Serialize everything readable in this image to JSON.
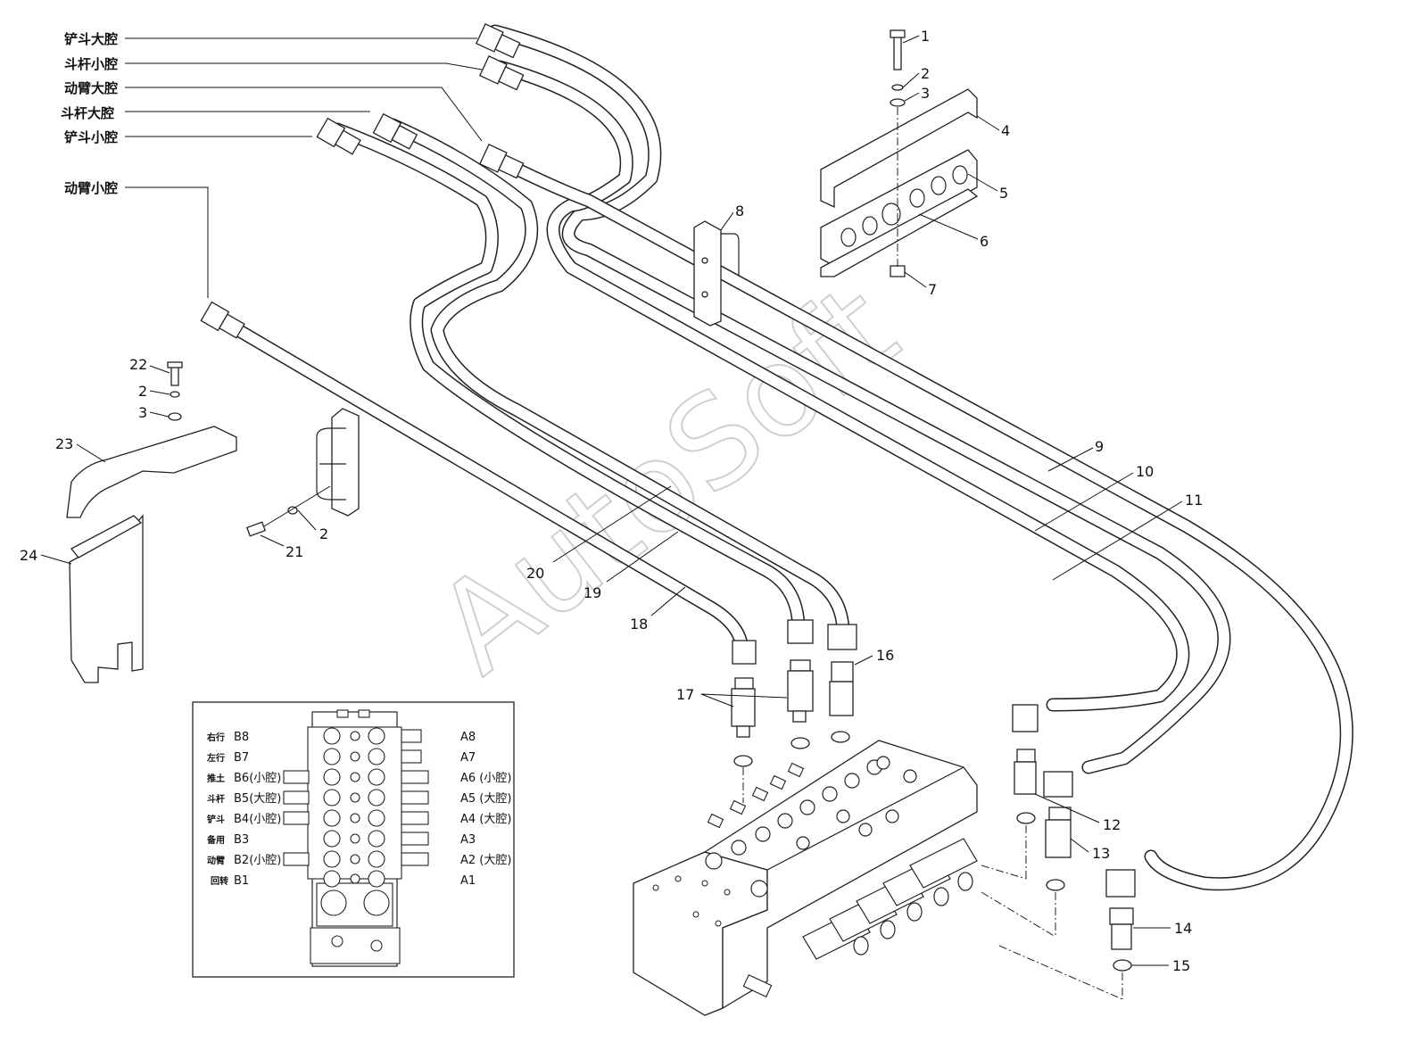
{
  "watermark": "AutoSoft",
  "hose_labels": [
    {
      "text": "铲斗大腔"
    },
    {
      "text": "斗杆小腔"
    },
    {
      "text": "动臂大腔"
    },
    {
      "text": "斗杆大腔"
    },
    {
      "text": "铲斗小腔"
    },
    {
      "text": "动臂小腔"
    }
  ],
  "callouts": {
    "n1": "1",
    "n2a": "2",
    "n3a": "3",
    "n4": "4",
    "n5": "5",
    "n6": "6",
    "n7": "7",
    "n8": "8",
    "n9": "9",
    "n10": "10",
    "n11": "11",
    "n12": "12",
    "n13": "13",
    "n14": "14",
    "n15": "15",
    "n16": "16",
    "n17": "17",
    "n18": "18",
    "n19": "19",
    "n20": "20",
    "n21": "21",
    "n2c": "2",
    "n22": "22",
    "n2b": "2",
    "n3b": "3",
    "n23": "23",
    "n24": "24"
  },
  "inset": {
    "left_rows": [
      {
        "cn": "右行",
        "port": "B8"
      },
      {
        "cn": "左行",
        "port": "B7"
      },
      {
        "cn": "推土",
        "port": "B6(小腔)"
      },
      {
        "cn": "斗杆",
        "port": "B5(大腔)"
      },
      {
        "cn": "铲斗",
        "port": "B4(小腔)"
      },
      {
        "cn": "备用",
        "port": "B3"
      },
      {
        "cn": "动臂",
        "port": "B2(小腔)"
      },
      {
        "cn": "回转",
        "port": "B1"
      }
    ],
    "right_rows": [
      "A8",
      "A7",
      "A6 (小腔)",
      "A5 (大腔)",
      "A4 (大腔)",
      "A3",
      "A2 (大腔)",
      "A1"
    ]
  }
}
